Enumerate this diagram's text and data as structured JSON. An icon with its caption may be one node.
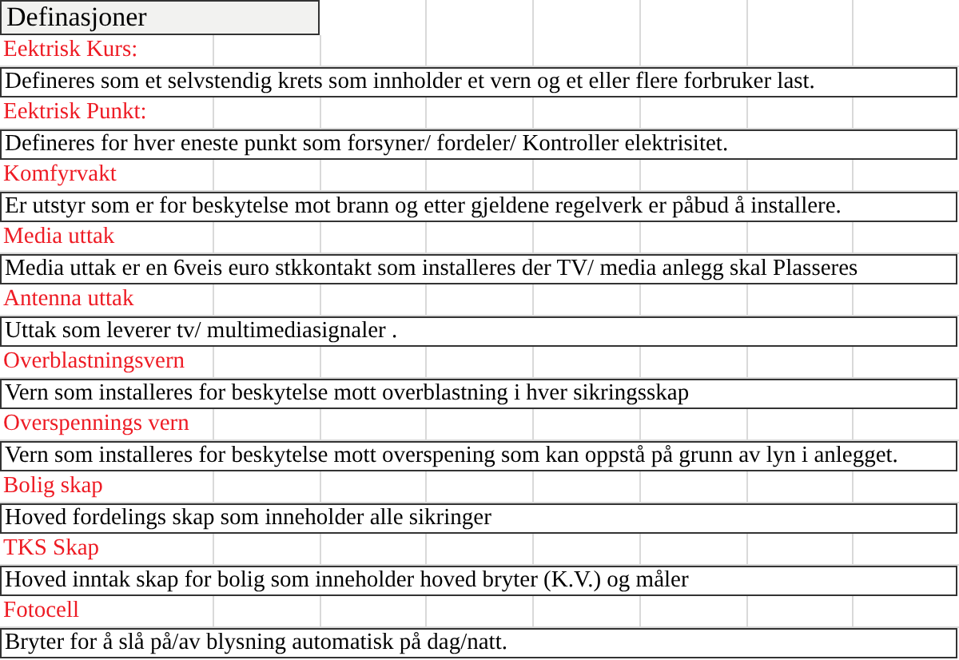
{
  "diagram": {
    "title": "Definasjoner",
    "nodes": [
      {
        "text": [
          "Eektrisk Kurs:",
          "Defineres som et selvstendig krets som innholder et vern og et eller flere forbruker last."
        ]
      },
      {
        "text": [
          "Eektrisk Punkt:",
          "Defineres for hver eneste punkt som forsyner/  fordeler/ Kontroller elektrisitet."
        ]
      },
      {
        "text": [
          "Komfyrvakt",
          "Er utstyr som er for beskytelse mot brann og etter gjeldene regelverk er påbud å installere."
        ]
      },
      {
        "text": [
          "Media uttak",
          "Media uttak er en 6veis euro stkkontakt som installeres der TV/ media anlegg skal Plasseres"
        ]
      },
      {
        "text": [
          "Antenna uttak",
          "Uttak som leverer tv/ multimediasignaler ."
        ]
      },
      {
        "text": [
          "Overblastningsvern",
          "Vern som installeres for beskytelse mott overblastning i hver sikringsskap"
        ]
      },
      {
        "text": [
          "Overspennings vern",
          "Vern som installeres for beskytelse mott overspening som kan oppstå på grunn av lyn i anlegget."
        ]
      },
      {
        "text": [
          "Bolig skap",
          "Hoved fordelings skap som inneholder alle sikringer"
        ]
      },
      {
        "text": [
          "TKS Skap",
          "Hoved inntak skap for bolig som inneholder hoved bryter (K.V.) og måler"
        ]
      },
      {
        "text": [
          "Fotocell",
          "Bryter for å slå på/av blysning automatisk på dag/natt."
        ]
      }
    ]
  }
}
